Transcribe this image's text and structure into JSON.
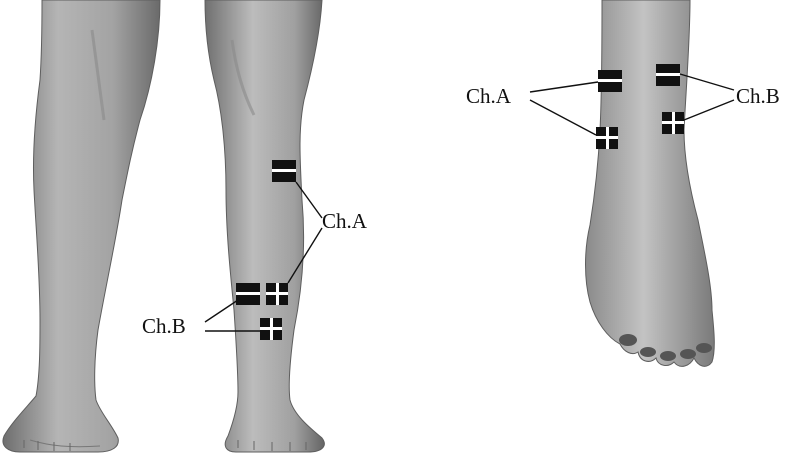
{
  "front_view": {
    "label_channel_a": "Ch.A",
    "label_channel_b": "Ch.B"
  },
  "ankle_view": {
    "label_channel_a": "Ch.A",
    "label_channel_b": "Ch.B"
  },
  "colors": {
    "background": "#ffffff",
    "skin_light": "#b9b9b9",
    "skin_mid": "#9a9a9a",
    "skin_dark": "#6e6e6e",
    "electrode": "#111111",
    "electrode_gap": "#ffffff"
  }
}
